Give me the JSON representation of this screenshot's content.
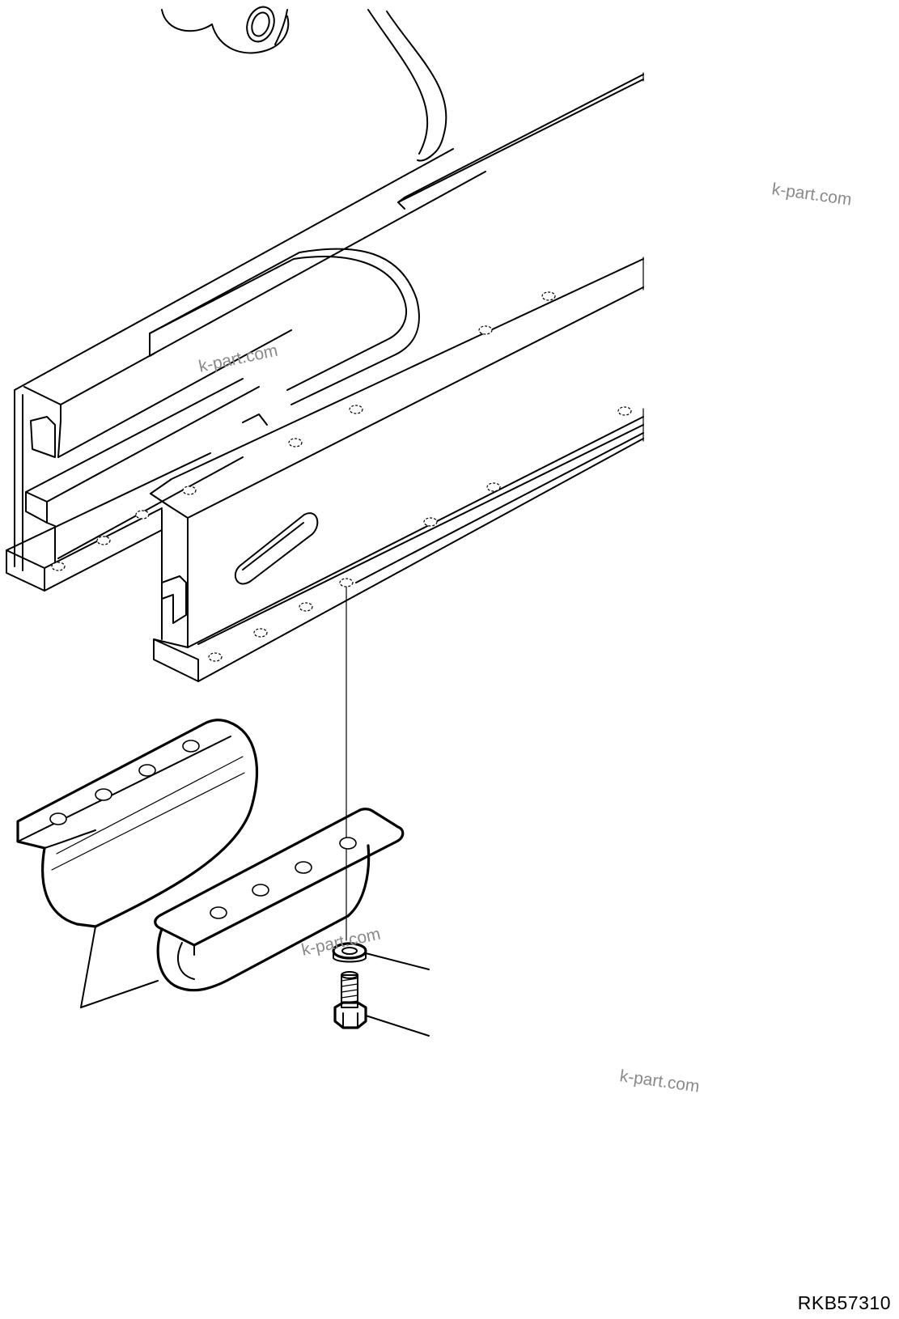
{
  "watermarks": [
    "k-part.com",
    "k-part.com",
    "k-part.com",
    "k-part.com"
  ],
  "part_code": "RKB57310"
}
